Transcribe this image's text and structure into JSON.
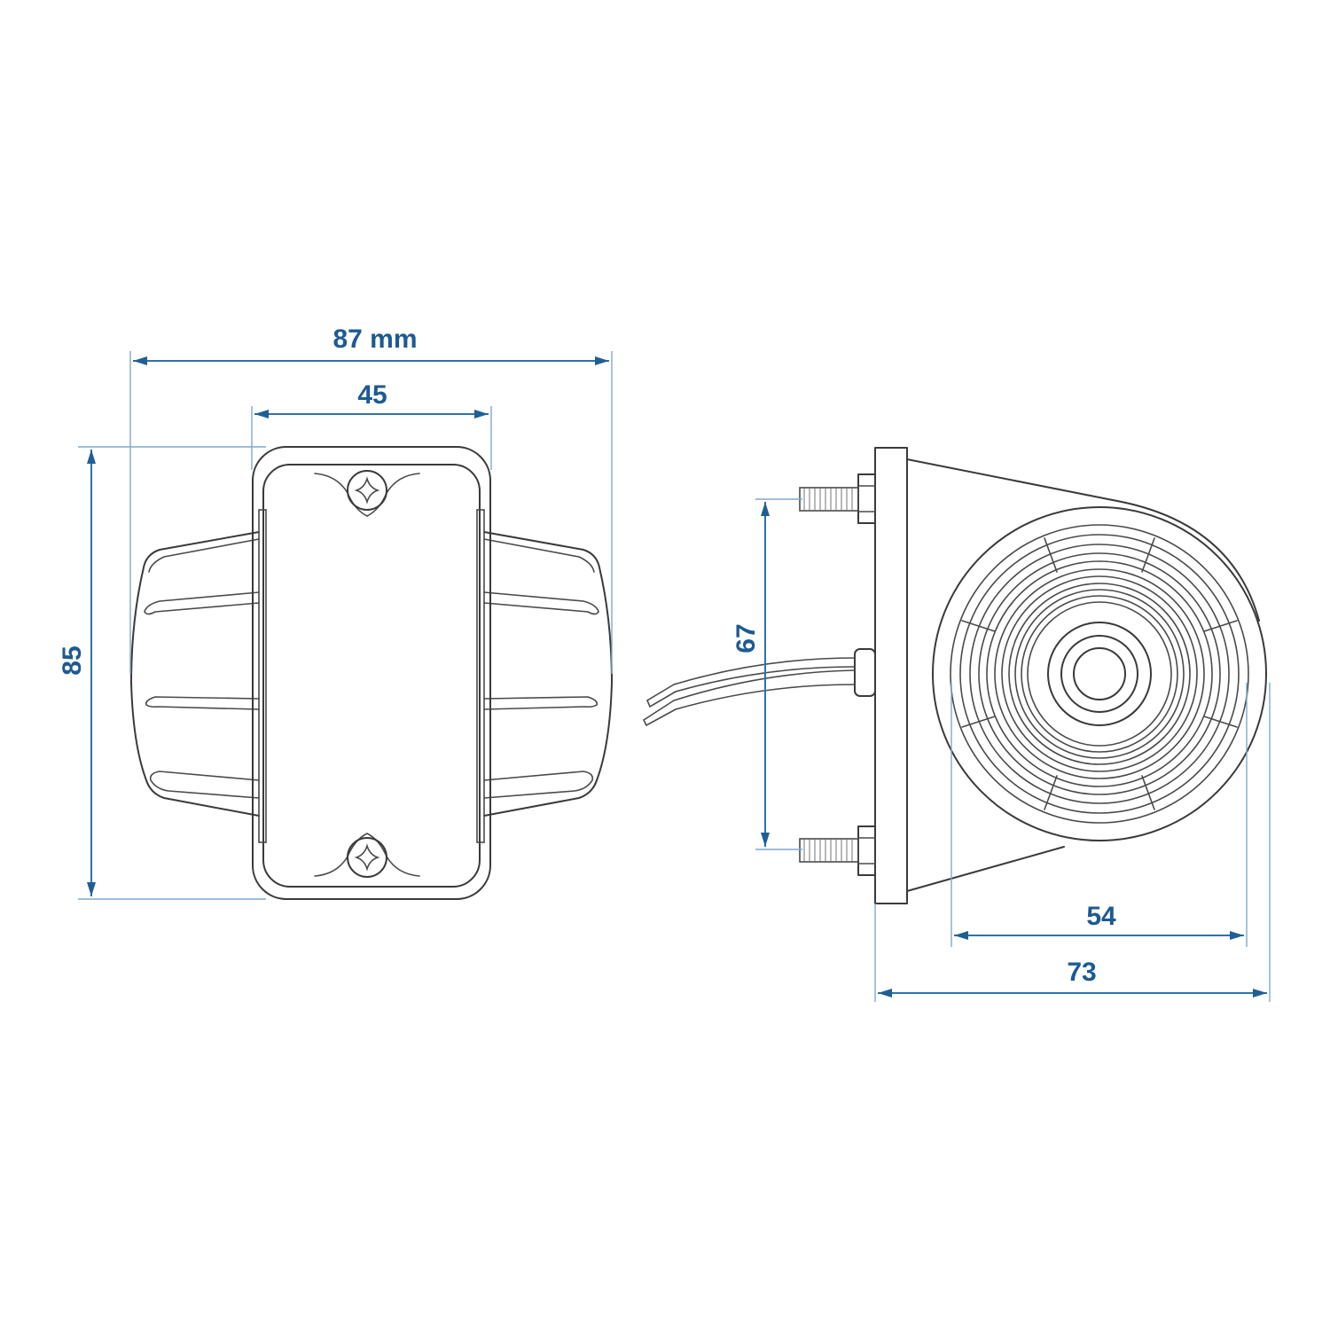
{
  "drawing": {
    "front_view": {
      "dimensions": {
        "overall_width": "87 mm",
        "body_width": "45",
        "overall_height": "85"
      }
    },
    "side_view": {
      "dimensions": {
        "bolt_spacing": "67",
        "lens_diameter": "54",
        "overall_depth": "73"
      }
    },
    "colors": {
      "dimension_line": "#2f72a8",
      "dimension_text": "#1d5a92",
      "outline": "#3a3a3a",
      "background": "#ffffff"
    }
  }
}
